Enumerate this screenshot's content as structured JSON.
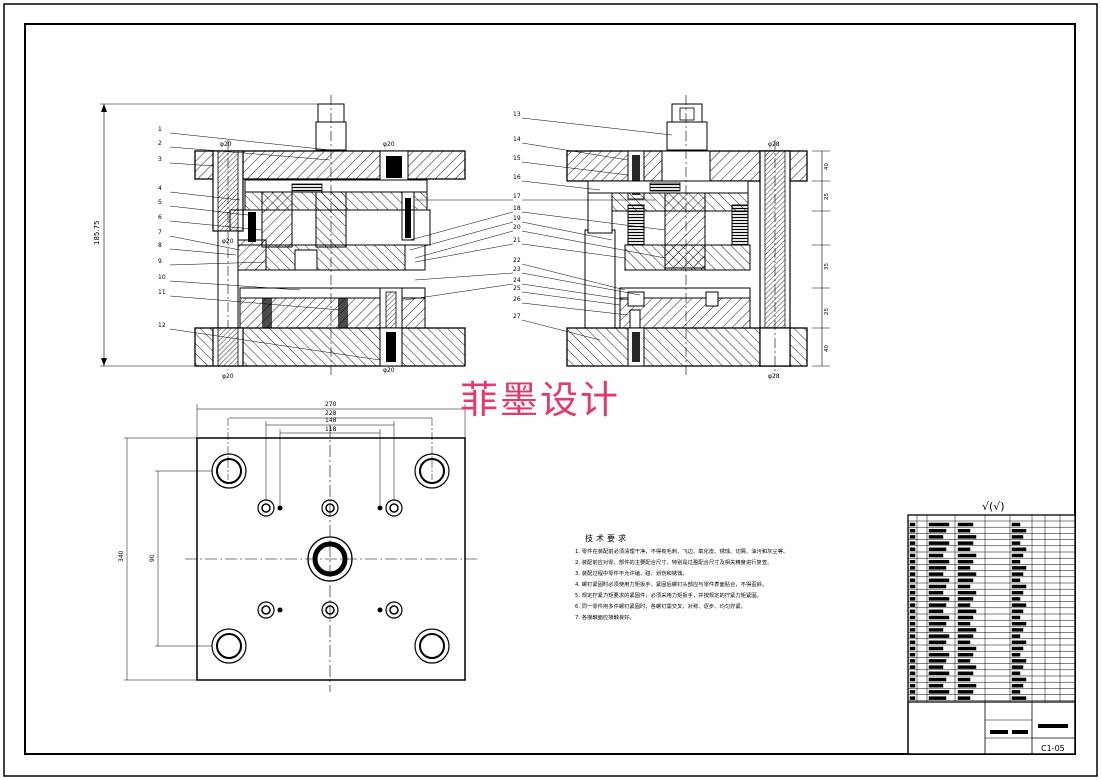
{
  "drawing": {
    "watermark": "菲墨设计",
    "roughness_symbol": "√(√)",
    "balloons_left": [
      "1",
      "2",
      "3",
      "4",
      "5",
      "6",
      "7",
      "8",
      "9",
      "10",
      "11",
      "12"
    ],
    "balloons_right": [
      "13",
      "14",
      "15",
      "16",
      "17",
      "18",
      "19",
      "20",
      "21",
      "22",
      "23",
      "24",
      "25",
      "26",
      "27"
    ]
  },
  "dimensions": {
    "overall_height": "185.75",
    "plan_widths": [
      "270",
      "228",
      "148",
      "118"
    ],
    "plan_heights": [
      "340",
      "90"
    ],
    "bore_top_left": "φ20",
    "bore_bottom_left": "φ20",
    "bore_right_top": "φ28",
    "bore_right_bottom": "φ28",
    "right_stack": [
      "40",
      "25",
      "35",
      "25",
      "40"
    ]
  },
  "notes": {
    "title": "技术要求",
    "items": [
      "1. 零件在装配前必须清理干净，不得有毛刺、飞边、氧化皮、锈蚀、切屑、油污和灰尘等。",
      "2. 装配前应对零、部件的主要配合尺寸，特别是过盈配合尺寸及相关精度进行复查。",
      "3. 装配过程中零件不允许磕、碰、划伤和锈蚀。",
      "4. 螺钉紧固时必须使用力矩扳手，紧固后螺钉头部应与零件表面贴合，不得歪斜。",
      "5. 规定拧紧力矩要求的紧固件，必须采用力矩扳手，并按规定的拧紧力矩紧固。",
      "6. 同一零件用多件螺钉紧固时，各螺钉需交叉、对称、逐步、均匀拧紧。",
      "7. 各接触面应接触良好。"
    ]
  },
  "titleblock": {
    "code": "C1-05"
  }
}
